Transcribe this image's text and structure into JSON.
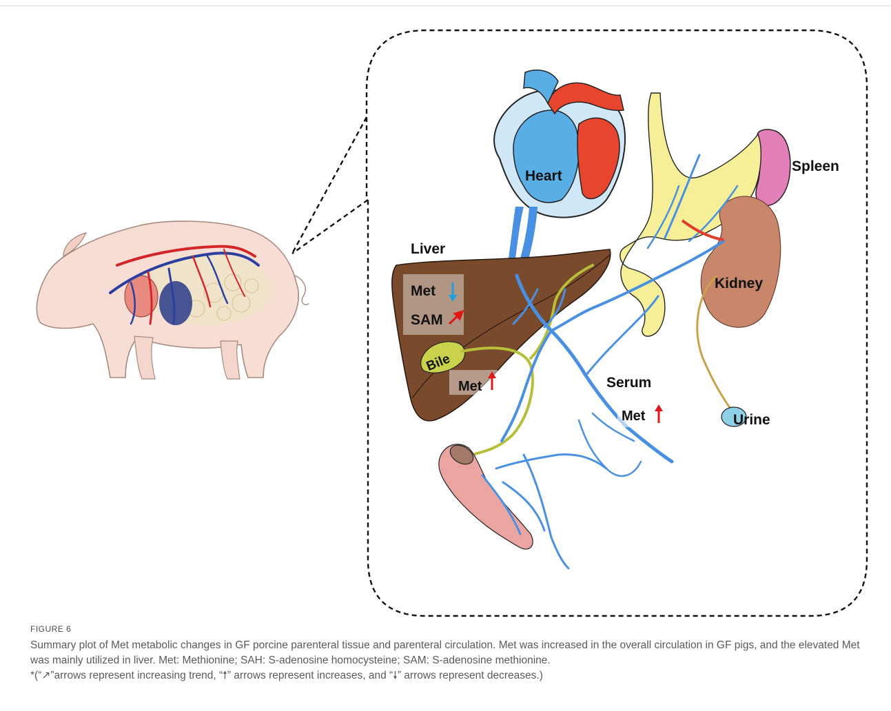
{
  "figure": {
    "organs": {
      "heart": "Heart",
      "spleen": "Spleen",
      "liver": "Liver",
      "kidney": "Kidney",
      "bile": "Bile",
      "serum": "Serum",
      "urine": "Urine"
    },
    "markers": {
      "liver_met": "Met",
      "liver_sam": "SAM",
      "bile_met": "Met",
      "serum_met": "Met"
    },
    "trend": {
      "liver_met": "decrease",
      "liver_sam": "increasing-trend",
      "bile_met": "increase",
      "serum_met": "increase"
    },
    "colors": {
      "vein": "#4a90e2",
      "artery": "#e23b2e",
      "liver": "#7a4a2c",
      "bile": "#c9d24a",
      "kidney": "#c8876a",
      "spleen": "#e27fb8",
      "intestine": "#eaa5a1",
      "urine": "#8ed0e8",
      "up_arrow": "#e01818",
      "down_arrow": "#1f9fe0"
    }
  },
  "caption": {
    "label": "FIGURE 6",
    "text": "Summary plot of Met metabolic changes in GF porcine parenteral tissue and parenteral circulation. Met was increased in the overall circulation in GF pigs, and the elevated Met was mainly utilized in liver. Met: Methionine; SAH: S-adenosine homocysteine; SAM: S-adenosine methionine.",
    "note": "*(“↗”arrows represent increasing trend, “🠕” arrows represent increases, and “🠗” arrows represent decreases.)"
  }
}
